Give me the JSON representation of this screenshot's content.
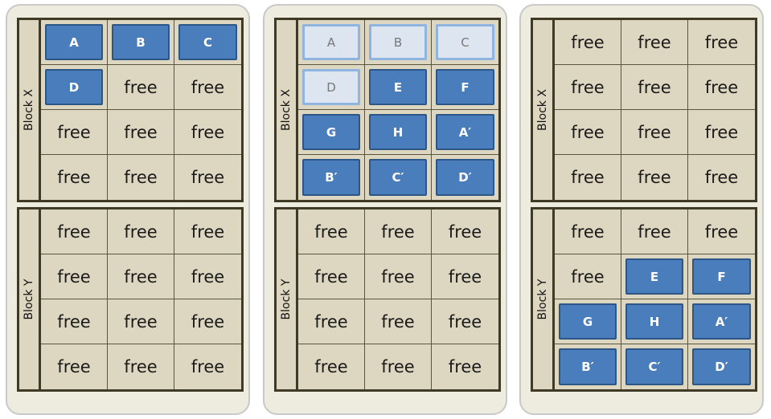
{
  "panels": [
    {
      "blocks": [
        {
          "label": "Block X",
          "cells": [
            {
              "text": "A",
              "state": "used"
            },
            {
              "text": "B",
              "state": "used"
            },
            {
              "text": "C",
              "state": "used"
            },
            {
              "text": "D",
              "state": "used"
            },
            {
              "text": "free",
              "state": "free"
            },
            {
              "text": "free",
              "state": "free"
            },
            {
              "text": "free",
              "state": "free"
            },
            {
              "text": "free",
              "state": "free"
            },
            {
              "text": "free",
              "state": "free"
            },
            {
              "text": "free",
              "state": "free"
            },
            {
              "text": "free",
              "state": "free"
            },
            {
              "text": "free",
              "state": "free"
            }
          ]
        },
        {
          "label": "Block Y",
          "cells": [
            {
              "text": "free",
              "state": "free"
            },
            {
              "text": "free",
              "state": "free"
            },
            {
              "text": "free",
              "state": "free"
            },
            {
              "text": "free",
              "state": "free"
            },
            {
              "text": "free",
              "state": "free"
            },
            {
              "text": "free",
              "state": "free"
            },
            {
              "text": "free",
              "state": "free"
            },
            {
              "text": "free",
              "state": "free"
            },
            {
              "text": "free",
              "state": "free"
            },
            {
              "text": "free",
              "state": "free"
            },
            {
              "text": "free",
              "state": "free"
            },
            {
              "text": "free",
              "state": "free"
            }
          ]
        }
      ]
    },
    {
      "blocks": [
        {
          "label": "Block X",
          "cells": [
            {
              "text": "A",
              "state": "ghost"
            },
            {
              "text": "B",
              "state": "ghost"
            },
            {
              "text": "C",
              "state": "ghost"
            },
            {
              "text": "D",
              "state": "ghost"
            },
            {
              "text": "E",
              "state": "used"
            },
            {
              "text": "F",
              "state": "used"
            },
            {
              "text": "G",
              "state": "used"
            },
            {
              "text": "H",
              "state": "used"
            },
            {
              "text": "A′",
              "state": "used"
            },
            {
              "text": "B′",
              "state": "used"
            },
            {
              "text": "C′",
              "state": "used"
            },
            {
              "text": "D′",
              "state": "used"
            }
          ]
        },
        {
          "label": "Block Y",
          "cells": [
            {
              "text": "free",
              "state": "free"
            },
            {
              "text": "free",
              "state": "free"
            },
            {
              "text": "free",
              "state": "free"
            },
            {
              "text": "free",
              "state": "free"
            },
            {
              "text": "free",
              "state": "free"
            },
            {
              "text": "free",
              "state": "free"
            },
            {
              "text": "free",
              "state": "free"
            },
            {
              "text": "free",
              "state": "free"
            },
            {
              "text": "free",
              "state": "free"
            },
            {
              "text": "free",
              "state": "free"
            },
            {
              "text": "free",
              "state": "free"
            },
            {
              "text": "free",
              "state": "free"
            }
          ]
        }
      ]
    },
    {
      "blocks": [
        {
          "label": "Block X",
          "cells": [
            {
              "text": "free",
              "state": "free"
            },
            {
              "text": "free",
              "state": "free"
            },
            {
              "text": "free",
              "state": "free"
            },
            {
              "text": "free",
              "state": "free"
            },
            {
              "text": "free",
              "state": "free"
            },
            {
              "text": "free",
              "state": "free"
            },
            {
              "text": "free",
              "state": "free"
            },
            {
              "text": "free",
              "state": "free"
            },
            {
              "text": "free",
              "state": "free"
            },
            {
              "text": "free",
              "state": "free"
            },
            {
              "text": "free",
              "state": "free"
            },
            {
              "text": "free",
              "state": "free"
            }
          ]
        },
        {
          "label": "Block Y",
          "cells": [
            {
              "text": "free",
              "state": "free"
            },
            {
              "text": "free",
              "state": "free"
            },
            {
              "text": "free",
              "state": "free"
            },
            {
              "text": "free",
              "state": "free"
            },
            {
              "text": "E",
              "state": "used"
            },
            {
              "text": "F",
              "state": "used"
            },
            {
              "text": "G",
              "state": "used"
            },
            {
              "text": "H",
              "state": "used"
            },
            {
              "text": "A′",
              "state": "used"
            },
            {
              "text": "B′",
              "state": "used"
            },
            {
              "text": "C′",
              "state": "used"
            },
            {
              "text": "D′",
              "state": "used"
            }
          ]
        }
      ]
    }
  ]
}
